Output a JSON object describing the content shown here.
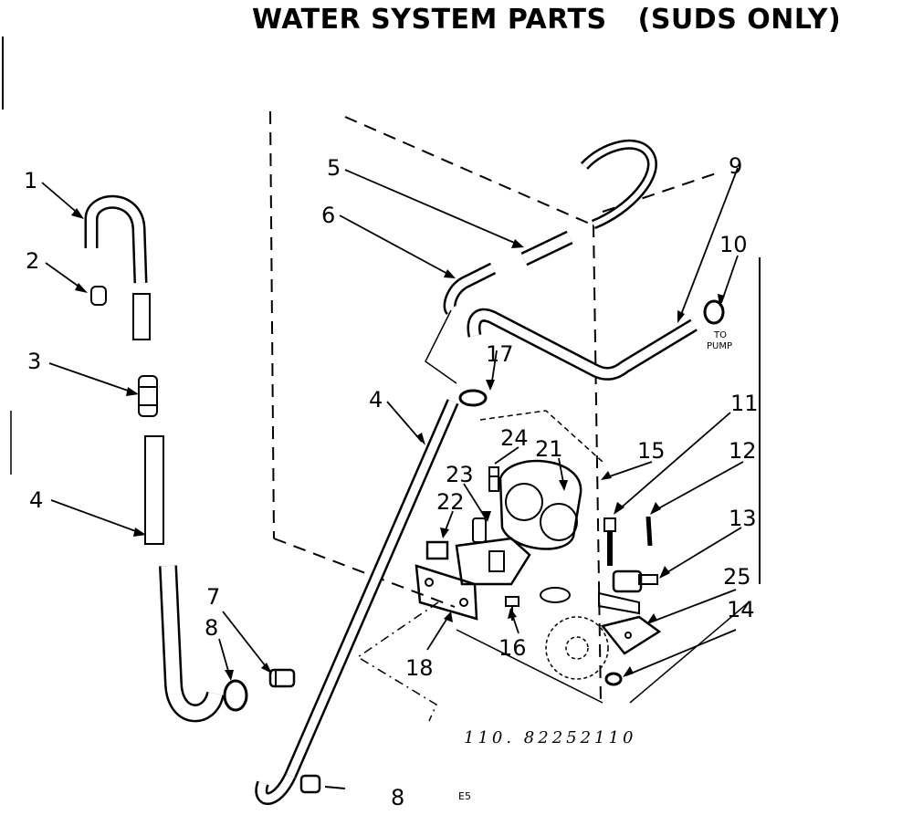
{
  "title": {
    "main": "WATER SYSTEM PARTS",
    "suffix": "(SUDS ONLY)"
  },
  "callouts": {
    "c1": "1",
    "c2": "2",
    "c3": "3",
    "c4a": "4",
    "c4b": "4",
    "c5": "5",
    "c6": "6",
    "c7": "7",
    "c8a": "8",
    "c8b": "8",
    "c9": "9",
    "c10": "10",
    "c11": "11",
    "c12": "12",
    "c13": "13",
    "c14": "14",
    "c15": "15",
    "c16": "16",
    "c17": "17",
    "c18": "18",
    "c21": "21",
    "c22": "22",
    "c23": "23",
    "c24": "24",
    "c25": "25"
  },
  "annotations": {
    "to_pump_line1": "TO",
    "to_pump_line2": "PUMP",
    "model_number": "110. 82252110",
    "page_number": "8",
    "code": "E5"
  }
}
